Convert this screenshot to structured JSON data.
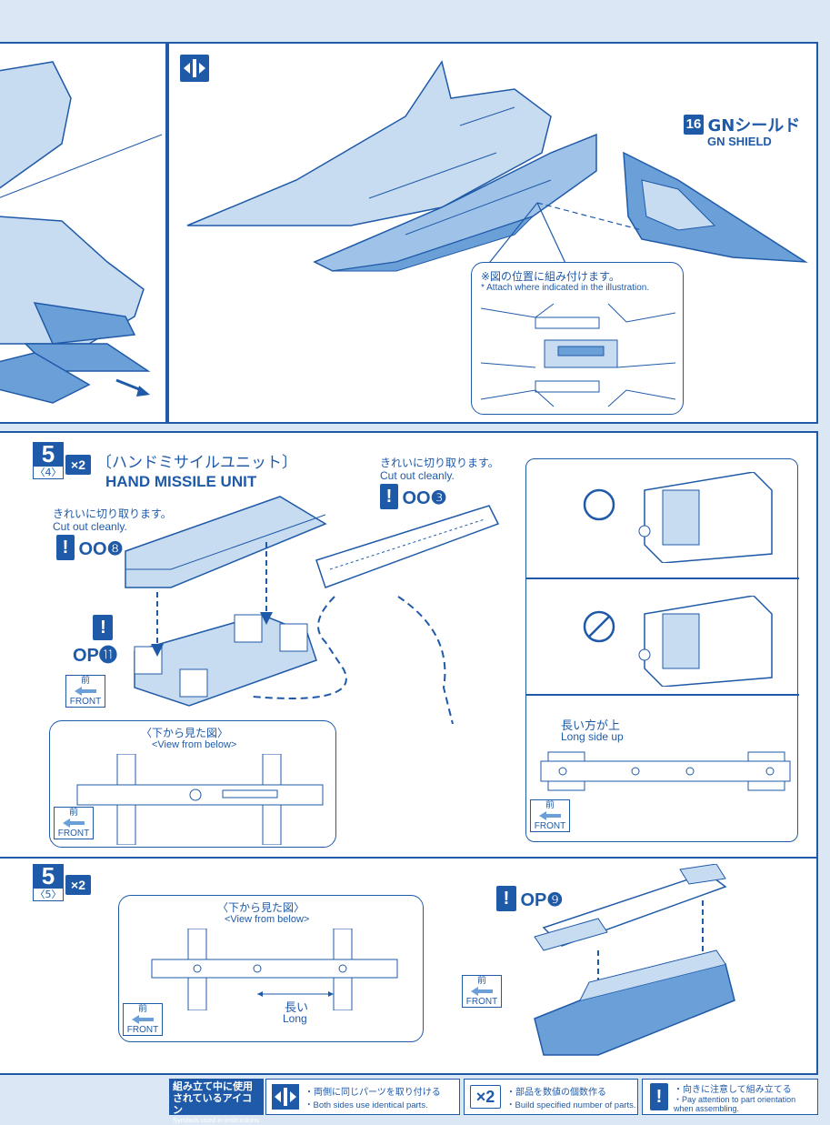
{
  "header": {
    "both_sides_icon": "mirror-icon"
  },
  "shield": {
    "number": "16",
    "title_jp": "GNシールド",
    "title_en": "GN SHIELD"
  },
  "attach_note": {
    "jp": "※図の位置に組み付けます。",
    "en": "* Attach where indicated in the illustration."
  },
  "step5a": {
    "step": "5",
    "sub": "〈4〉",
    "multiplier": "×2",
    "title_jp": "〔ハンドミサイルユニット〕",
    "title_en": "HAND MISSILE UNIT",
    "cut_left_jp": "きれいに切り取ります。",
    "cut_left_en": "Cut out cleanly.",
    "part_left": "OO❽",
    "cut_right_jp": "きれいに切り取ります。",
    "cut_right_en": "Cut out cleanly.",
    "part_right": "OO❸",
    "op_part": "OP⓫",
    "front_jp": "前",
    "front_en": "FRONT",
    "below_jp": "〈下から見た図〉",
    "below_en": "<View from below>",
    "long_up_jp": "長い方が上",
    "long_up_en": "Long side up"
  },
  "step5b": {
    "step": "5",
    "sub": "〈5〉",
    "multiplier": "×2",
    "op_part": "OP❾",
    "front_jp": "前",
    "front_en": "FRONT",
    "below_jp": "〈下から見た図〉",
    "below_en": "<View from below>",
    "long_jp": "長い",
    "long_en": "Long"
  },
  "legend": {
    "title_jp": "組み立て中に使用されているアイコン",
    "title_en": "Symbols used in instructions",
    "both_jp": "・両側に同じパーツを取り付ける",
    "both_en": "・Both sides use identical parts.",
    "mult_label": "×2",
    "mult_jp": "・部品を数値の個数作る",
    "mult_en": "・Build specified number of parts.",
    "caution_jp": "・向きに注意して組み立てる",
    "caution_en": "・Pay attention to part orientation when assembling."
  },
  "colors": {
    "ink": "#1f5aa8",
    "fill": "#6a9fd8",
    "light": "#c8dcf1",
    "page_bg": "#dbe7f4"
  }
}
